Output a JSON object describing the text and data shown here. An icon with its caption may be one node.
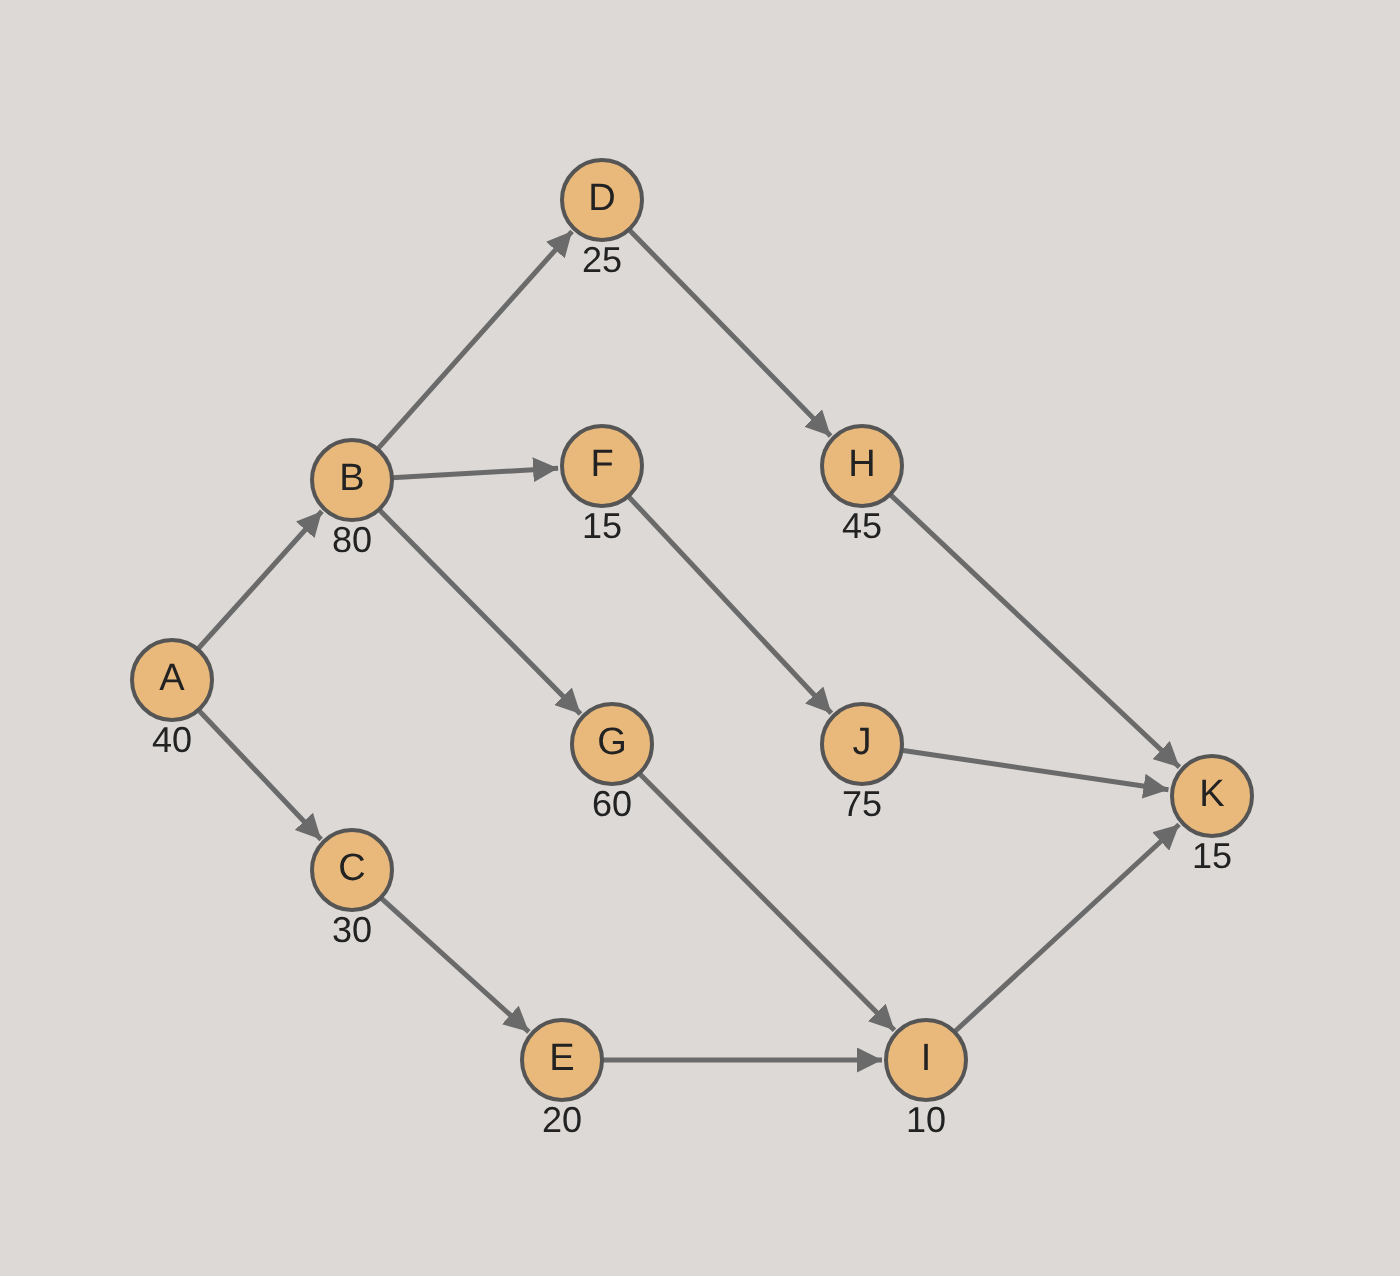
{
  "diagram": {
    "nodes": [
      {
        "text": [
          "A"
        ],
        "beside": [
          "40"
        ]
      },
      {
        "text": [
          "B"
        ],
        "beside": [
          "80"
        ]
      },
      {
        "text": [
          "C"
        ],
        "beside": [
          "30"
        ]
      },
      {
        "text": [
          "D"
        ],
        "beside": [
          "25"
        ]
      },
      {
        "text": [
          "F"
        ],
        "beside": [
          "15"
        ]
      },
      {
        "text": [
          "G"
        ],
        "beside": [
          "60"
        ]
      },
      {
        "text": [
          "E"
        ],
        "beside": [
          "20"
        ]
      },
      {
        "text": [
          "H"
        ],
        "beside": [
          "45"
        ]
      },
      {
        "text": [
          "J"
        ],
        "beside": [
          "75"
        ]
      },
      {
        "text": [
          "I"
        ],
        "beside": [
          "10"
        ]
      },
      {
        "text": [
          "K"
        ],
        "beside": [
          "15"
        ]
      }
    ],
    "edges": [
      {
        "from": 0,
        "to": 1,
        "arrow": "to"
      },
      {
        "from": 0,
        "to": 2,
        "arrow": "to"
      },
      {
        "from": 1,
        "to": 3,
        "arrow": "to"
      },
      {
        "from": 1,
        "to": 4,
        "arrow": "to"
      },
      {
        "from": 1,
        "to": 5,
        "arrow": "to"
      },
      {
        "from": 2,
        "to": 6,
        "arrow": "to"
      },
      {
        "from": 3,
        "to": 7,
        "arrow": "to"
      },
      {
        "from": 4,
        "to": 8,
        "arrow": "to"
      },
      {
        "from": 5,
        "to": 9,
        "arrow": "to"
      },
      {
        "from": 6,
        "to": 9,
        "arrow": "to"
      },
      {
        "from": 7,
        "to": 10,
        "arrow": "to"
      },
      {
        "from": 8,
        "to": 10,
        "arrow": "to"
      },
      {
        "from": 9,
        "to": 10,
        "arrow": "to"
      }
    ]
  }
}
